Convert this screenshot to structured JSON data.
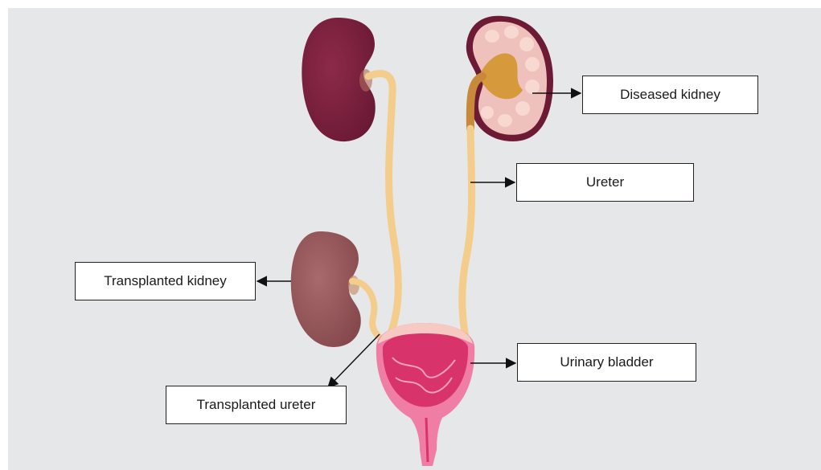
{
  "labels": {
    "diseased_kidney": "Diseased kidney",
    "ureter": "Ureter",
    "transplanted_kidney": "Transplanted kidney",
    "urinary_bladder": "Urinary bladder",
    "transplanted_ureter": "Transplanted ureter"
  },
  "colors": {
    "background": "#e6e7e8",
    "native_kidney": "#7a1f3d",
    "diseased_kidney": "#efc1bc",
    "diseased_kidney_border": "#6d1a35",
    "renal_pelvis": "#d69a3c",
    "ureter": "#f4cd8c",
    "transplanted_kidney": "#9a5a5e",
    "bladder_wall": "#f07ea4",
    "bladder_interior": "#d9336b",
    "bladder_dome": "#f6c9c2",
    "arrow": "#111111"
  }
}
